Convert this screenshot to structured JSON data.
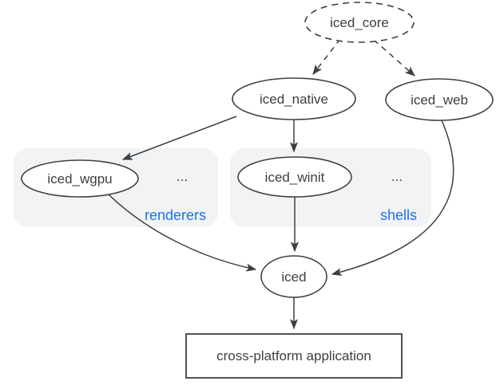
{
  "colors": {
    "background": "#ffffff",
    "stroke": "#3c4043",
    "text": "#3c4043",
    "group_fill": "#f1f3f4",
    "group_label_blue": "#1a73e8"
  },
  "nodes": {
    "iced_core": {
      "label": "iced_core",
      "shape": "ellipse",
      "border": "dashed"
    },
    "iced_native": {
      "label": "iced_native",
      "shape": "ellipse",
      "border": "solid"
    },
    "iced_web": {
      "label": "iced_web",
      "shape": "ellipse",
      "border": "solid"
    },
    "iced_wgpu": {
      "label": "iced_wgpu",
      "shape": "ellipse",
      "border": "solid"
    },
    "iced_winit": {
      "label": "iced_winit",
      "shape": "ellipse",
      "border": "solid"
    },
    "iced": {
      "label": "iced",
      "shape": "ellipse",
      "border": "solid"
    },
    "app": {
      "label": "cross-platform application",
      "shape": "rectangle",
      "border": "solid"
    }
  },
  "groups": {
    "renderers": {
      "label": "renderers",
      "ellipsis": "...",
      "contains": [
        "iced_wgpu"
      ]
    },
    "shells": {
      "label": "shells",
      "ellipsis": "...",
      "contains": [
        "iced_winit"
      ]
    }
  },
  "edges": [
    {
      "from": "iced_core",
      "to": "iced_native",
      "style": "dashed"
    },
    {
      "from": "iced_core",
      "to": "iced_web",
      "style": "dashed"
    },
    {
      "from": "iced_native",
      "to": "iced_wgpu",
      "style": "solid"
    },
    {
      "from": "iced_native",
      "to": "iced_winit",
      "style": "solid"
    },
    {
      "from": "iced_wgpu",
      "to": "iced",
      "style": "solid"
    },
    {
      "from": "iced_winit",
      "to": "iced",
      "style": "solid"
    },
    {
      "from": "iced_web",
      "to": "iced",
      "style": "solid"
    },
    {
      "from": "iced",
      "to": "app",
      "style": "solid"
    }
  ]
}
